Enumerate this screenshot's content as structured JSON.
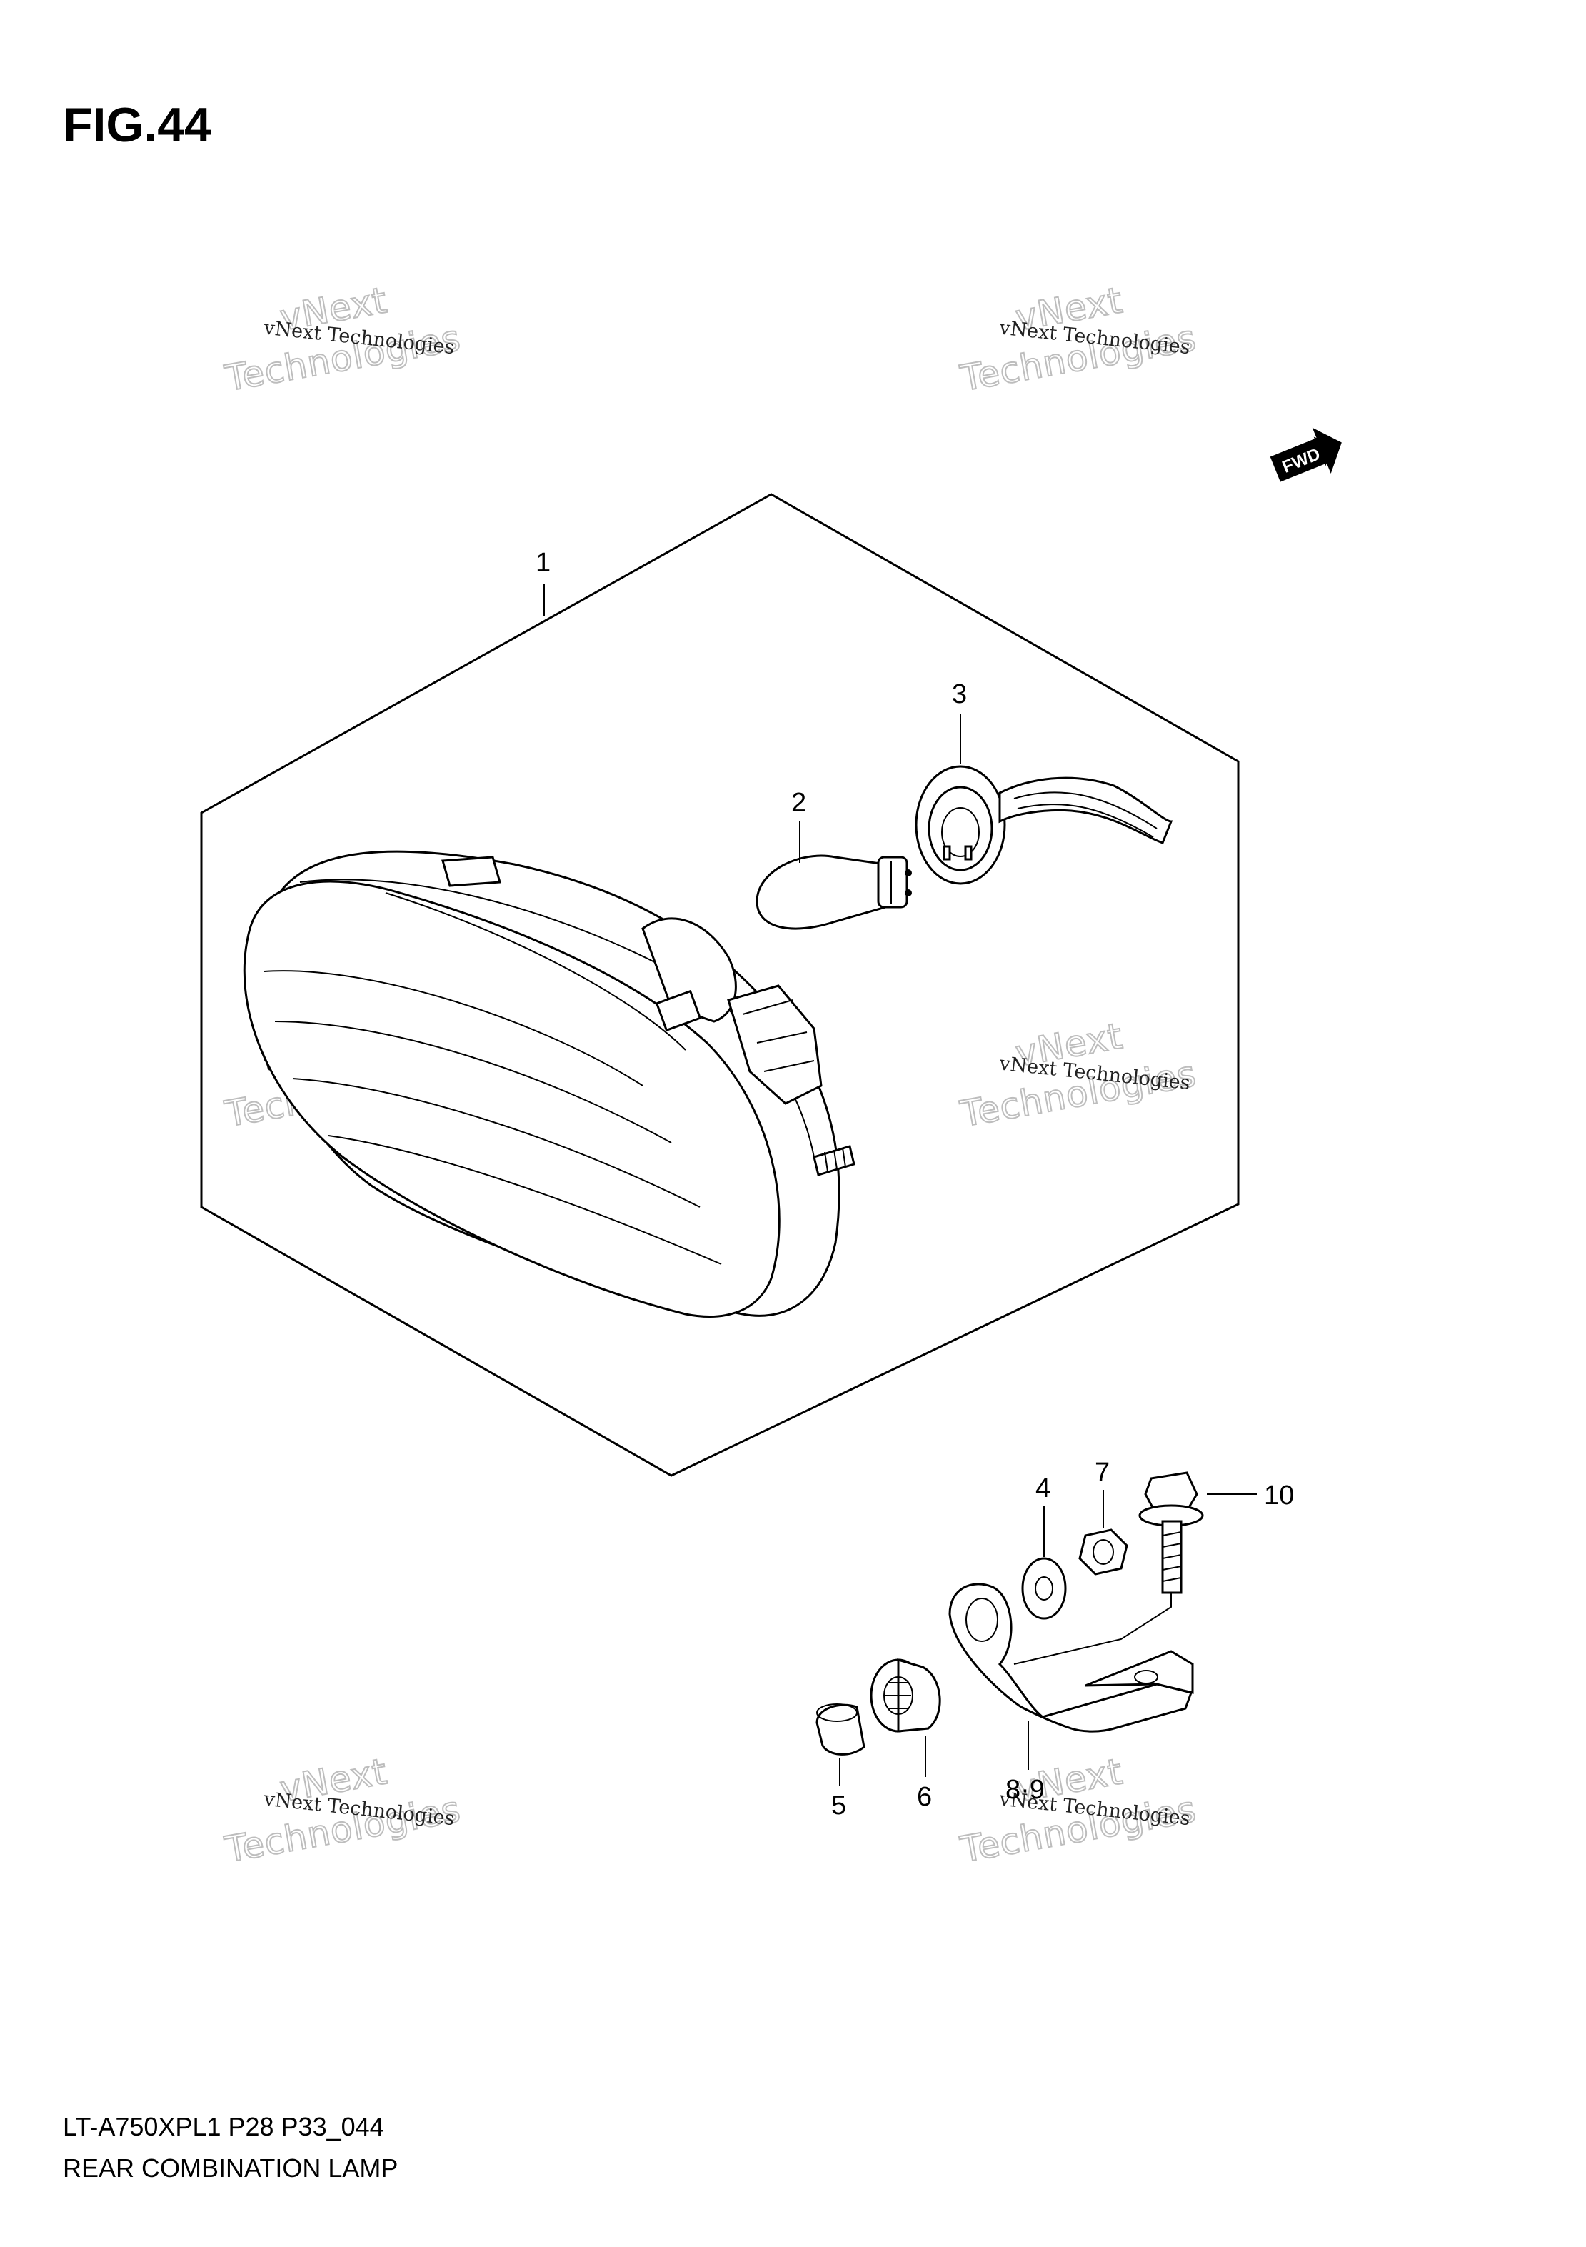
{
  "figure": {
    "label": "FIG.44",
    "footer_code": "LT-A750XPL1 P28 P33_044",
    "footer_title": "REAR COMBINATION LAMP"
  },
  "direction_arrow": {
    "label": "FWD"
  },
  "watermark": {
    "line1": "vNext Technologies",
    "big_top": "vNext",
    "big_bottom": "Technologies"
  },
  "callouts": [
    {
      "id": "1",
      "label": "1"
    },
    {
      "id": "2",
      "label": "2"
    },
    {
      "id": "3",
      "label": "3"
    },
    {
      "id": "4",
      "label": "4"
    },
    {
      "id": "5",
      "label": "5"
    },
    {
      "id": "6",
      "label": "6"
    },
    {
      "id": "7",
      "label": "7"
    },
    {
      "id": "8-9",
      "label": "8·9"
    },
    {
      "id": "10",
      "label": "10"
    }
  ]
}
